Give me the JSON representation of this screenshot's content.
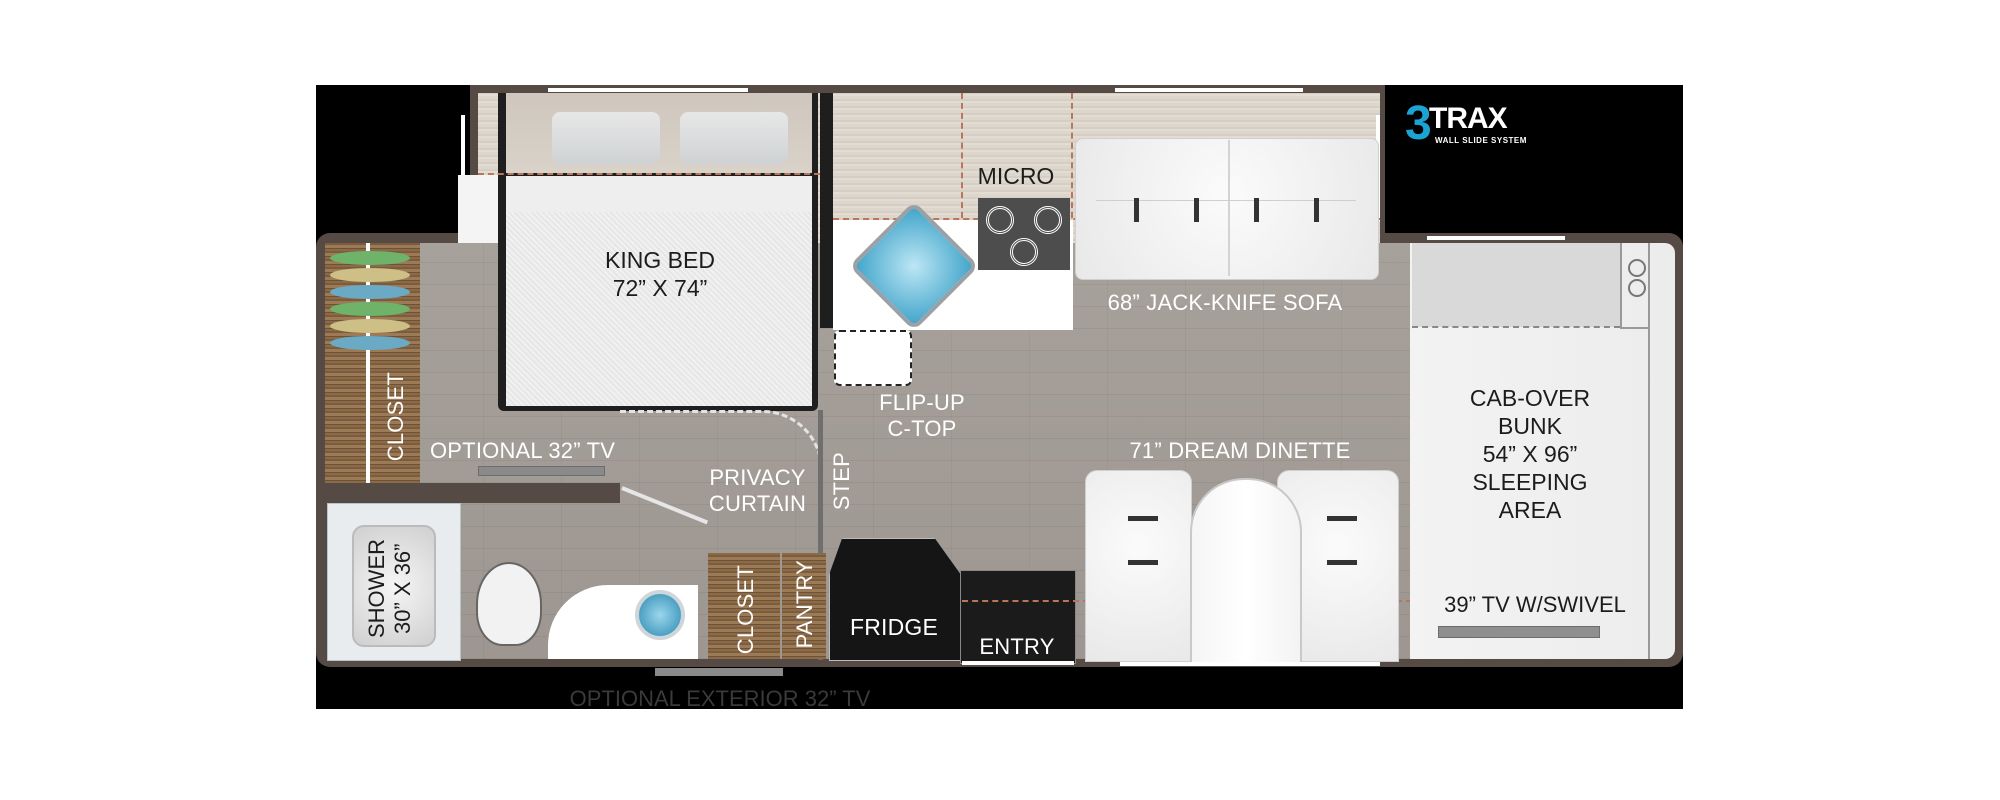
{
  "logo": {
    "numeral": "3",
    "word": "TRAX",
    "tagline": "WALL SLIDE SYSTEM",
    "accent_color": "#1aa3d3"
  },
  "colors": {
    "wall": "#554a44",
    "background": "#000000",
    "floor": "#a39d97",
    "label_light": "#ffffff",
    "label_dark": "#1c1c1c",
    "dashed_line": "#b9765a"
  },
  "labels": {
    "king_bed": {
      "line1": "KING BED",
      "line2": "72” X 74”"
    },
    "micro": "MICRO",
    "sofa": "68” JACK-KNIFE SOFA",
    "closet_bedroom": "CLOSET",
    "optional_tv": "OPTIONAL 32” TV",
    "flip_up": {
      "line1": "FLIP-UP",
      "line2": "C-TOP"
    },
    "privacy_curtain": {
      "line1": "PRIVACY",
      "line2": "CURTAIN"
    },
    "step": "STEP",
    "dinette": "71” DREAM DINETTE",
    "cab_over": {
      "line1": "CAB-OVER",
      "line2": "BUNK",
      "line3": "54” X 96”",
      "line4": "SLEEPING",
      "line5": "AREA"
    },
    "tv_swivel": "39” TV W/SWIVEL",
    "shower": {
      "line1": "SHOWER",
      "line2": "30” X 36”"
    },
    "closet_bath": "CLOSET",
    "pantry": "PANTRY",
    "fridge": "FRIDGE",
    "entry": "ENTRY",
    "exterior_tv": "OPTIONAL EXTERIOR 32” TV"
  }
}
